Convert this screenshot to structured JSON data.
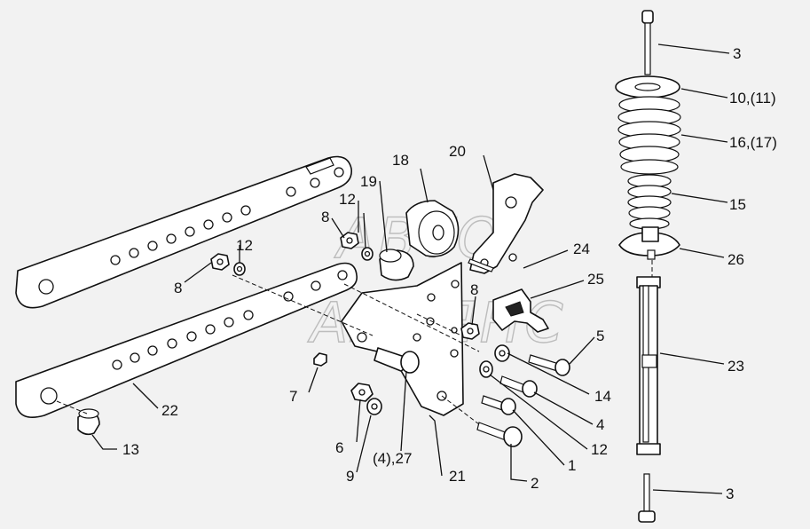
{
  "watermark": {
    "line1": "АВТО",
    "line2": "АЛЬЯНС"
  },
  "callouts": [
    {
      "id": "c3-top",
      "text": "3"
    },
    {
      "id": "c10",
      "text": "10,(11)"
    },
    {
      "id": "c16",
      "text": "16,(17)"
    },
    {
      "id": "c15",
      "text": "15"
    },
    {
      "id": "c26",
      "text": "26"
    },
    {
      "id": "c23",
      "text": "23"
    },
    {
      "id": "c3-bottom",
      "text": "3"
    },
    {
      "id": "c18",
      "text": "18"
    },
    {
      "id": "c20",
      "text": "20"
    },
    {
      "id": "c19",
      "text": "19"
    },
    {
      "id": "c12-top",
      "text": "12"
    },
    {
      "id": "c8-top",
      "text": "8"
    },
    {
      "id": "c12-left",
      "text": "12"
    },
    {
      "id": "c8-left",
      "text": "8"
    },
    {
      "id": "c24",
      "text": "24"
    },
    {
      "id": "c25",
      "text": "25"
    },
    {
      "id": "c8-mid",
      "text": "8"
    },
    {
      "id": "c5",
      "text": "5"
    },
    {
      "id": "c14",
      "text": "14"
    },
    {
      "id": "c4",
      "text": "4"
    },
    {
      "id": "c12-mid",
      "text": "12"
    },
    {
      "id": "c1",
      "text": "1"
    },
    {
      "id": "c2",
      "text": "2"
    },
    {
      "id": "c21",
      "text": "21"
    },
    {
      "id": "c427",
      "text": "(4),27"
    },
    {
      "id": "c9",
      "text": "9"
    },
    {
      "id": "c6",
      "text": "6"
    },
    {
      "id": "c7",
      "text": "7"
    },
    {
      "id": "c22",
      "text": "22"
    },
    {
      "id": "c13",
      "text": "13"
    }
  ]
}
